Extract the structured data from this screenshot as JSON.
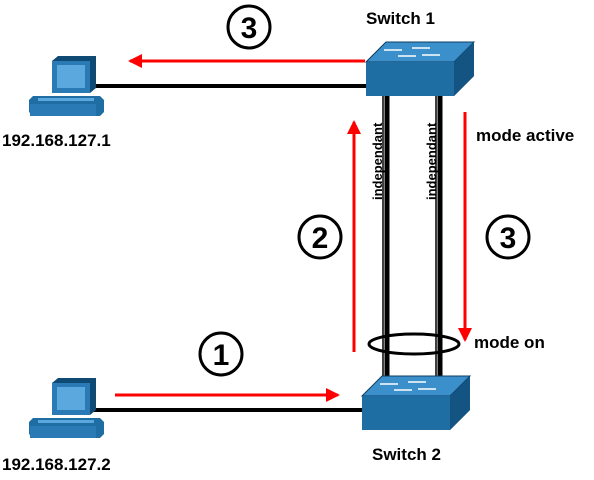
{
  "switches": {
    "switch1": {
      "label": "Switch 1"
    },
    "switch2": {
      "label": "Switch 2"
    }
  },
  "hosts": {
    "host1": {
      "ip": "192.168.127.1"
    },
    "host2": {
      "ip": "192.168.127.2"
    }
  },
  "links": {
    "link_a_label": "independant",
    "link_b_label": "independant"
  },
  "modes": {
    "switch1_mode": "mode active",
    "switch2_mode": "mode on"
  },
  "steps": {
    "step1": "1",
    "step2": "2",
    "step3_top": "3",
    "step3_right": "3"
  },
  "colors": {
    "arrow": "#ff0000",
    "switch_body": "#1f6ea3",
    "cable": "#000000"
  }
}
